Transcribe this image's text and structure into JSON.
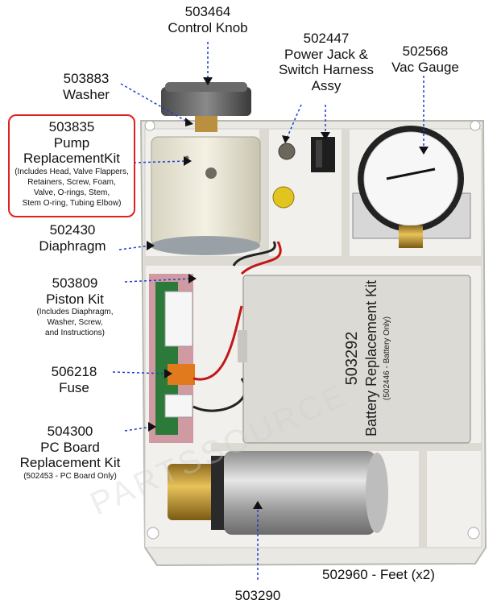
{
  "labels": {
    "control_knob": {
      "part": "503464",
      "name": "Control Knob"
    },
    "washer": {
      "part": "503883",
      "name": "Washer"
    },
    "pump_kit": {
      "part": "503835",
      "name1": "Pump",
      "name2": "ReplacementKit",
      "details": [
        "(Includes Head, Valve Flappers,",
        "Retainers, Screw, Foam,",
        "Valve, O-rings, Stem,",
        "Stem O-ring, Tubing Elbow)"
      ]
    },
    "power_jack": {
      "part": "502447",
      "name1": "Power Jack &",
      "name2": "Switch Harness",
      "name3": "Assy"
    },
    "vac_gauge": {
      "part": "502568",
      "name": "Vac Gauge"
    },
    "diaphragm": {
      "part": "502430",
      "name": "Diaphragm"
    },
    "piston_kit": {
      "part": "503809",
      "name": "Piston Kit",
      "details": [
        "(Includes Diaphragm,",
        "Washer, Screw,",
        "and Instructions)"
      ]
    },
    "fuse": {
      "part": "506218",
      "name": "Fuse"
    },
    "pc_board": {
      "part": "504300",
      "name1": "PC Board",
      "name2": "Replacement Kit",
      "detail": "(502453 - PC Board Only)"
    },
    "feet": {
      "text": "502960 - Feet (x2)"
    },
    "motor": {
      "part": "503290"
    },
    "battery": {
      "part": "503292",
      "name": "Battery Replacement Kit",
      "detail": "(502446 - Battery Only)"
    }
  },
  "watermark": "PARTSSOURCE",
  "colors": {
    "callout_box": "#e02020",
    "leader": "#1a3fd0",
    "housing": "#ecebe6",
    "battery": "#dedcd6"
  }
}
